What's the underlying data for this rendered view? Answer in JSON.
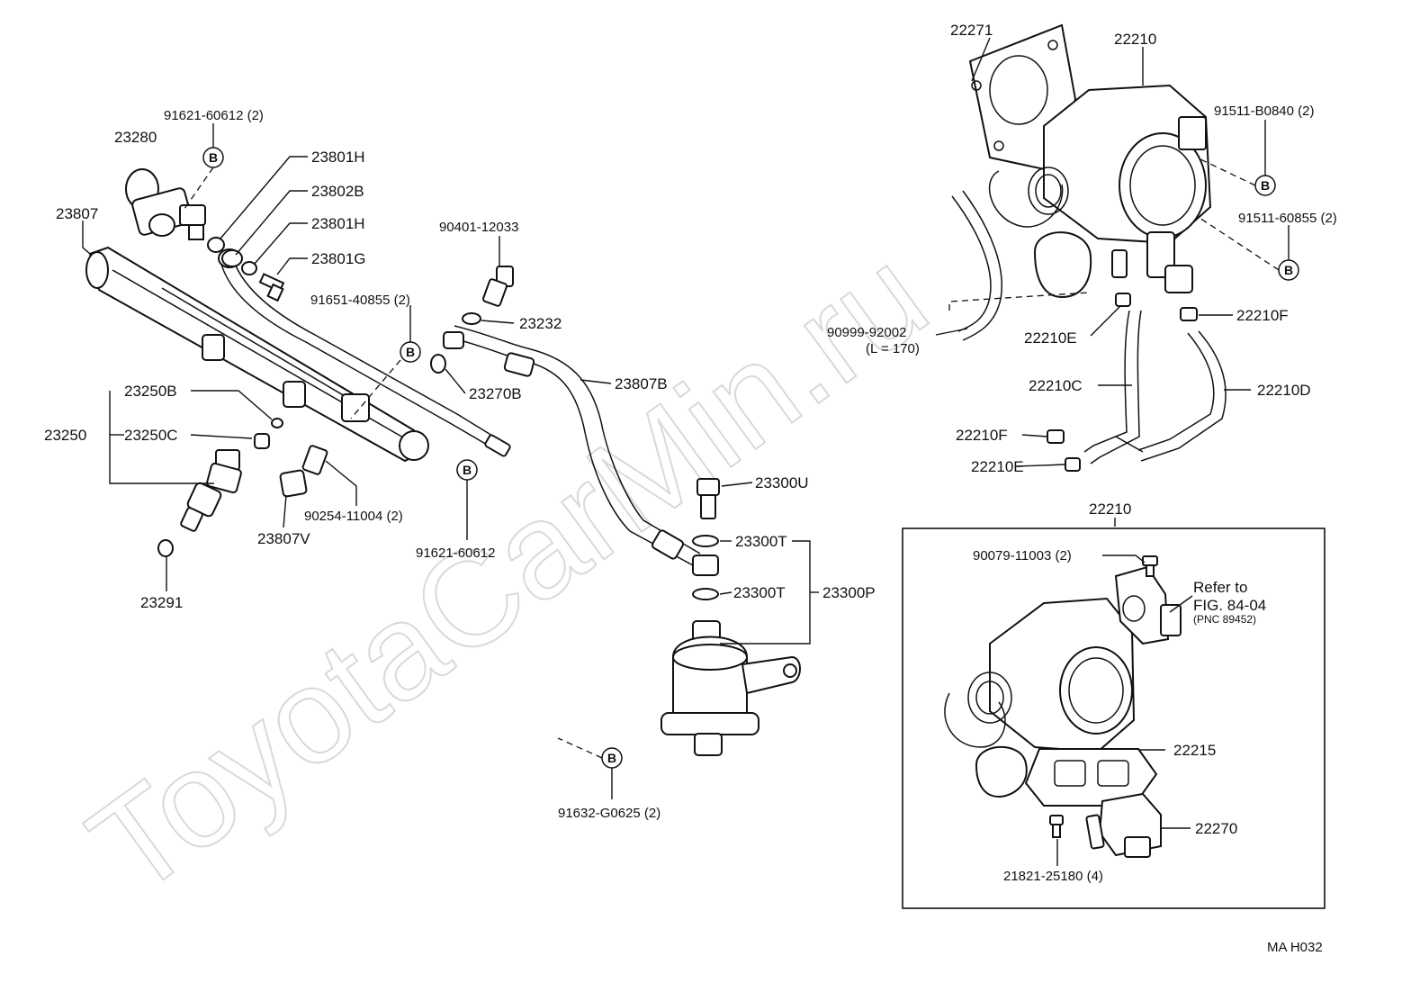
{
  "watermark": "ToyotaCarMin.ru",
  "ref_mark": "B",
  "labels": {
    "p91621_60612_2": "91621-60612 (2)",
    "p23280": "23280",
    "p23807": "23807",
    "p23801H_a": "23801H",
    "p23802B": "23802B",
    "p23801H_b": "23801H",
    "p23801G": "23801G",
    "p90401_12033": "90401-12033",
    "p91651_40855_2": "91651-40855 (2)",
    "p23232": "23232",
    "p23270B": "23270B",
    "p23807B": "23807B",
    "p23250B": "23250B",
    "p23250": "23250",
    "p23250C": "23250C",
    "p90254_11004_2": "90254-11004 (2)",
    "p23807V": "23807V",
    "p91621_60612": "91621-60612",
    "p23291": "23291",
    "p23300U": "23300U",
    "p23300T_a": "23300T",
    "p23300T_b": "23300T",
    "p23300P": "23300P",
    "p91632_G0625_2": "91632-G0625 (2)",
    "p22271": "22271",
    "p22210_top": "22210",
    "p91511_B0840_2": "91511-B0840 (2)",
    "p91511_60855_2": "91511-60855 (2)",
    "p90999_92002": "90999-92002",
    "p_len170": "(L = 170)",
    "p22210E_a": "22210E",
    "p22210F_a": "22210F",
    "p22210C": "22210C",
    "p22210D": "22210D",
    "p22210F_b": "22210F",
    "p22210E_b": "22210E",
    "p22210_box": "22210",
    "p90079_11003_2": "90079-11003 (2)",
    "refer_to": "Refer to",
    "fig_ref": "FIG. 84-04",
    "pnc_ref": "(PNC 89452)",
    "p22215": "22215",
    "p22270": "22270",
    "p21821_25180_4": "21821-25180 (4)",
    "drawing_code": "MA H032"
  }
}
